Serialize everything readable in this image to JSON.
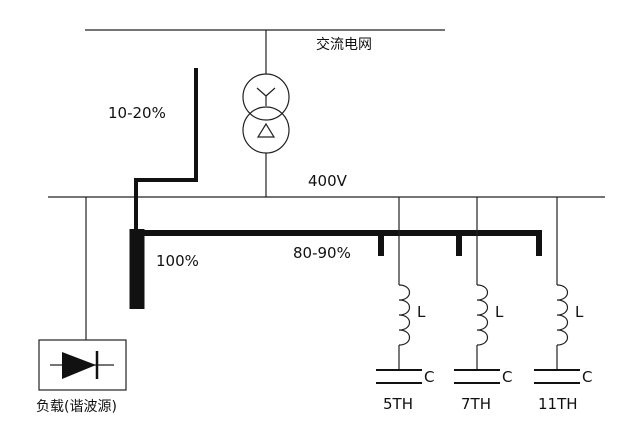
{
  "labels": {
    "grid": "交流电网",
    "voltage": "400V",
    "pct_top": "10-20%",
    "pct_left": "100%",
    "pct_mid": "80-90%",
    "load": "负载(谐波源)"
  },
  "filters": [
    {
      "inductor": "L",
      "capacitor": "C",
      "harmonic": "5TH"
    },
    {
      "inductor": "L",
      "capacitor": "C",
      "harmonic": "7TH"
    },
    {
      "inductor": "L",
      "capacitor": "C",
      "harmonic": "11TH"
    }
  ],
  "colors": {
    "line": "#222222",
    "flow": "#111111",
    "diode": "#111111",
    "background": "#ffffff"
  },
  "icons": {
    "transformer": "transformer-wye-delta-icon",
    "diode": "diode-icon"
  }
}
